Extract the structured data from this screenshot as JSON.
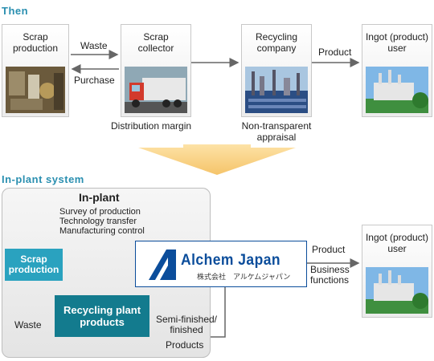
{
  "sections": {
    "then": "Then",
    "inplant_system": "In-plant system"
  },
  "then_flow": {
    "scrap_production": "Scrap\nproduction",
    "scrap_collector": "Scrap\ncollector",
    "recycling_company": "Recycling\ncompany",
    "ingot_user": "Ingot (product)\nuser",
    "waste": "Waste",
    "purchase": "Purchase",
    "product": "Product",
    "distribution_margin": "Distribution margin",
    "non_transparent": "Non-transparent\nappraisal"
  },
  "inplant": {
    "title": "In-plant",
    "tasks": [
      "Survey of production",
      "Technology transfer",
      "Manufacturing control"
    ],
    "scrap_production": "Scrap\nproduction",
    "recycling_plant": "Recycling plant\nproducts",
    "waste": "Waste",
    "semi_finished": "Semi-finished/\nfinished",
    "products": "Products",
    "company_name": "Alchem Japan",
    "company_sub": "株式会社　アルケムジャパン",
    "product": "Product",
    "business_functions": "Business\nfunctions",
    "ingot_user": "Ingot (product)\nuser"
  },
  "colors": {
    "accent": "#2a8fb0",
    "scrap_box": "#2aa2bf",
    "recycling_box": "#137b8e",
    "brand": "#0b4d9b"
  }
}
